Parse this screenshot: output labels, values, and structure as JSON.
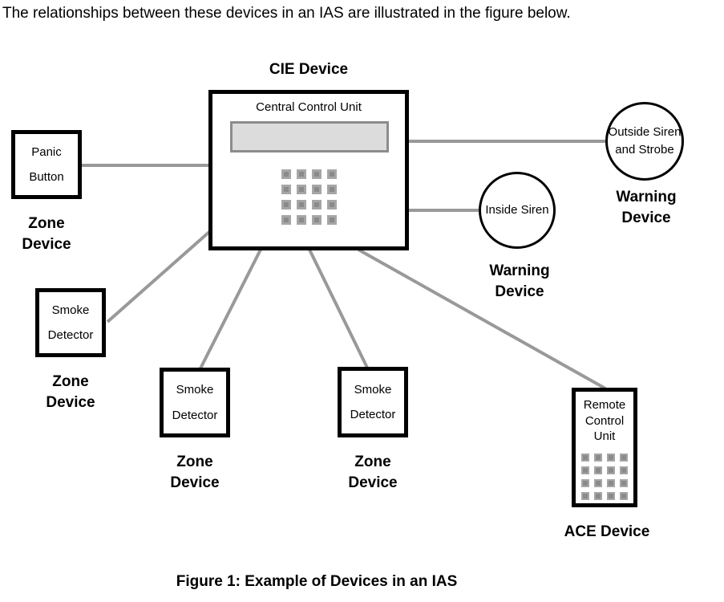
{
  "intro_text": "The relationships between these devices in an IAS are illustrated in the figure below.",
  "caption": "Figure 1: Example of Devices in an IAS",
  "diagram": {
    "cie": {
      "title": "CIE Device",
      "inner_label": "Central Control Unit"
    },
    "devices": [
      {
        "id": "panic-button",
        "shape": "rect",
        "label": "Panic Button",
        "role": "Zone Device"
      },
      {
        "id": "outside-siren",
        "shape": "circle",
        "label": "Outside Siren and Strobe",
        "role": "Warning Device"
      },
      {
        "id": "inside-siren",
        "shape": "circle",
        "label": "Inside Siren",
        "role": "Warning Device"
      },
      {
        "id": "smoke-detector-1",
        "shape": "rect",
        "label": "Smoke Detector",
        "role": "Zone Device"
      },
      {
        "id": "smoke-detector-2",
        "shape": "rect",
        "label": "Smoke Detector",
        "role": "Zone Device"
      },
      {
        "id": "smoke-detector-3",
        "shape": "rect",
        "label": "Smoke Detector",
        "role": "Zone Device"
      },
      {
        "id": "remote-control-unit",
        "shape": "rect",
        "label": "Remote Control Unit",
        "role": "ACE Device"
      }
    ],
    "colors": {
      "connector": "#999999",
      "box_border": "#000000",
      "display_fill": "#dcdcdc",
      "display_border": "#8c8c8c",
      "key_inner": "#8a8a8a",
      "key_outer": "#a6a6a6"
    }
  }
}
